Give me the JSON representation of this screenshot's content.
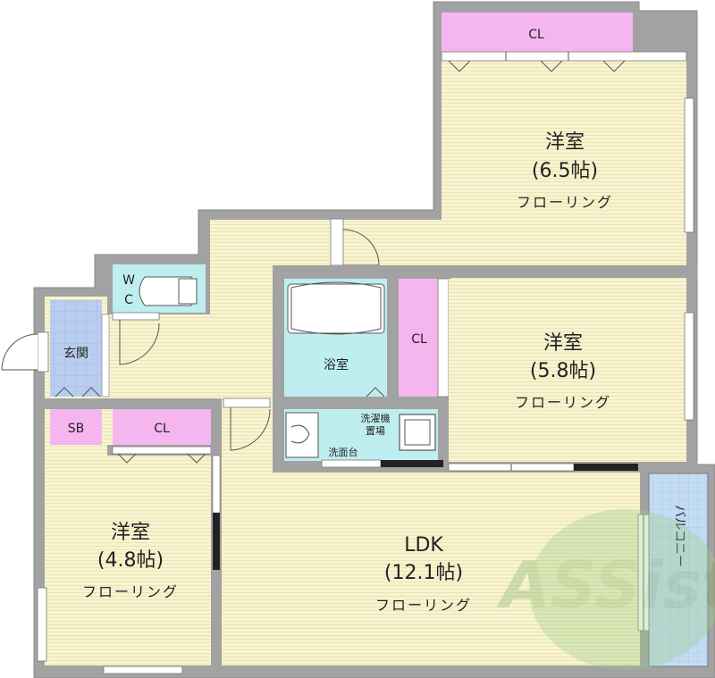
{
  "rooms": {
    "bedroom_a": {
      "title": "洋室",
      "size": "(6.5帖)",
      "floor": "フローリング"
    },
    "bedroom_b": {
      "title": "洋室",
      "size": "(5.8帖)",
      "floor": "フローリング"
    },
    "bedroom_c": {
      "title": "洋室",
      "size": "(4.8帖)",
      "floor": "フローリング"
    },
    "ldk": {
      "title": "LDK",
      "size": "(12.1帖)",
      "floor": "フローリング"
    }
  },
  "labels": {
    "cl": "CL",
    "wc_line1": "W",
    "wc_line2": "C",
    "entrance": "玄関",
    "sb": "SB",
    "bath": "浴室",
    "washer_line1": "洗濯機",
    "washer_line2": "置場",
    "washbasin": "洗面台",
    "balcony": "バルコニー"
  },
  "watermark": {
    "text": "ASSist"
  },
  "colors": {
    "wall": "#999999",
    "floor": "#f7f3cf",
    "closet": "#f5b6ef",
    "water": "#bfeef0",
    "entrance": "#b8cdef",
    "balcony": "#bcd7f1"
  }
}
